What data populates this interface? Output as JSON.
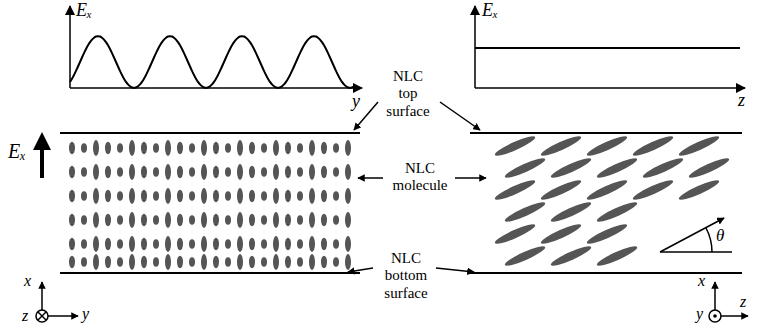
{
  "diagram": {
    "labels": [
      "Eₓ",
      "y",
      "Eₓ",
      "z",
      "NLC top surface",
      "NLC molecule",
      "NLC bottom surface",
      "Eₓ",
      "θ",
      "x",
      "y",
      "z",
      "x",
      "z",
      "y"
    ]
  }
}
